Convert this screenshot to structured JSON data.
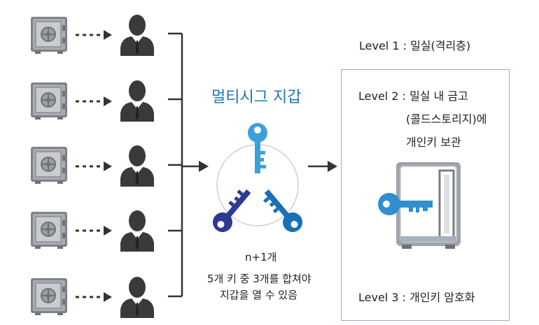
{
  "diagram": {
    "title": "멀티시그 지갑",
    "caption": {
      "line1": "n+1개",
      "line2": "5개 키 중 3개를 합쳐야",
      "line3": "지갑을 열 수 있음"
    },
    "levels": {
      "level1": "Level 1 : 밀실(격리층)",
      "level2_line1": "Level 2 : 밀실 내 금고",
      "level2_line2": "(콜드스토리지)에",
      "level2_line3": "개인키 보관",
      "level3": "Level 3 : 개인키 암호화"
    },
    "colors": {
      "accent": "#1d74b8",
      "key_light": "#3aa0d8",
      "key_mid": "#1a6fb5",
      "key_dark": "#2c3a92",
      "safe_gray": "#8a8d92",
      "person_dark": "#3a3a3a",
      "panel_border": "#8fb3c6"
    }
  }
}
